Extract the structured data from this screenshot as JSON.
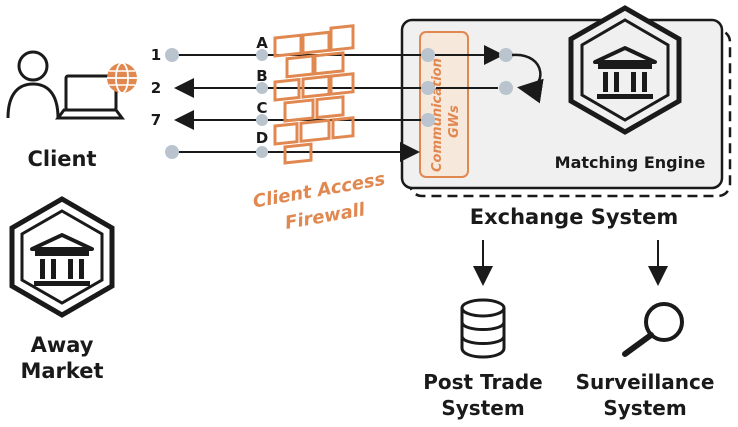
{
  "labels": {
    "client": "Client",
    "away_market_line1": "Away",
    "away_market_line2": "Market",
    "firewall_line1": "Client Access",
    "firewall_line2": "Firewall",
    "comm_gw_line1": "Communication",
    "comm_gw_line2": "GWs",
    "matching_engine": "Matching Engine",
    "exchange_system": "Exchange System",
    "post_trade_line1": "Post Trade",
    "post_trade_line2": "System",
    "surveillance_line1": "Surveillance",
    "surveillance_line2": "System"
  },
  "flows": [
    {
      "number": "1",
      "letter": "A"
    },
    {
      "number": "2",
      "letter": "B"
    },
    {
      "number": "7",
      "letter": "C"
    },
    {
      "number": "",
      "letter": "D"
    }
  ],
  "colors": {
    "accent": "#e08850",
    "dark": "#1a1a1a",
    "node": "#b9c4cf",
    "panel": "#f0f0f0"
  },
  "icons": [
    "person-icon",
    "laptop-icon",
    "globe-icon",
    "bank-icon",
    "database-icon",
    "magnifier-icon",
    "brick-wall-icon"
  ]
}
